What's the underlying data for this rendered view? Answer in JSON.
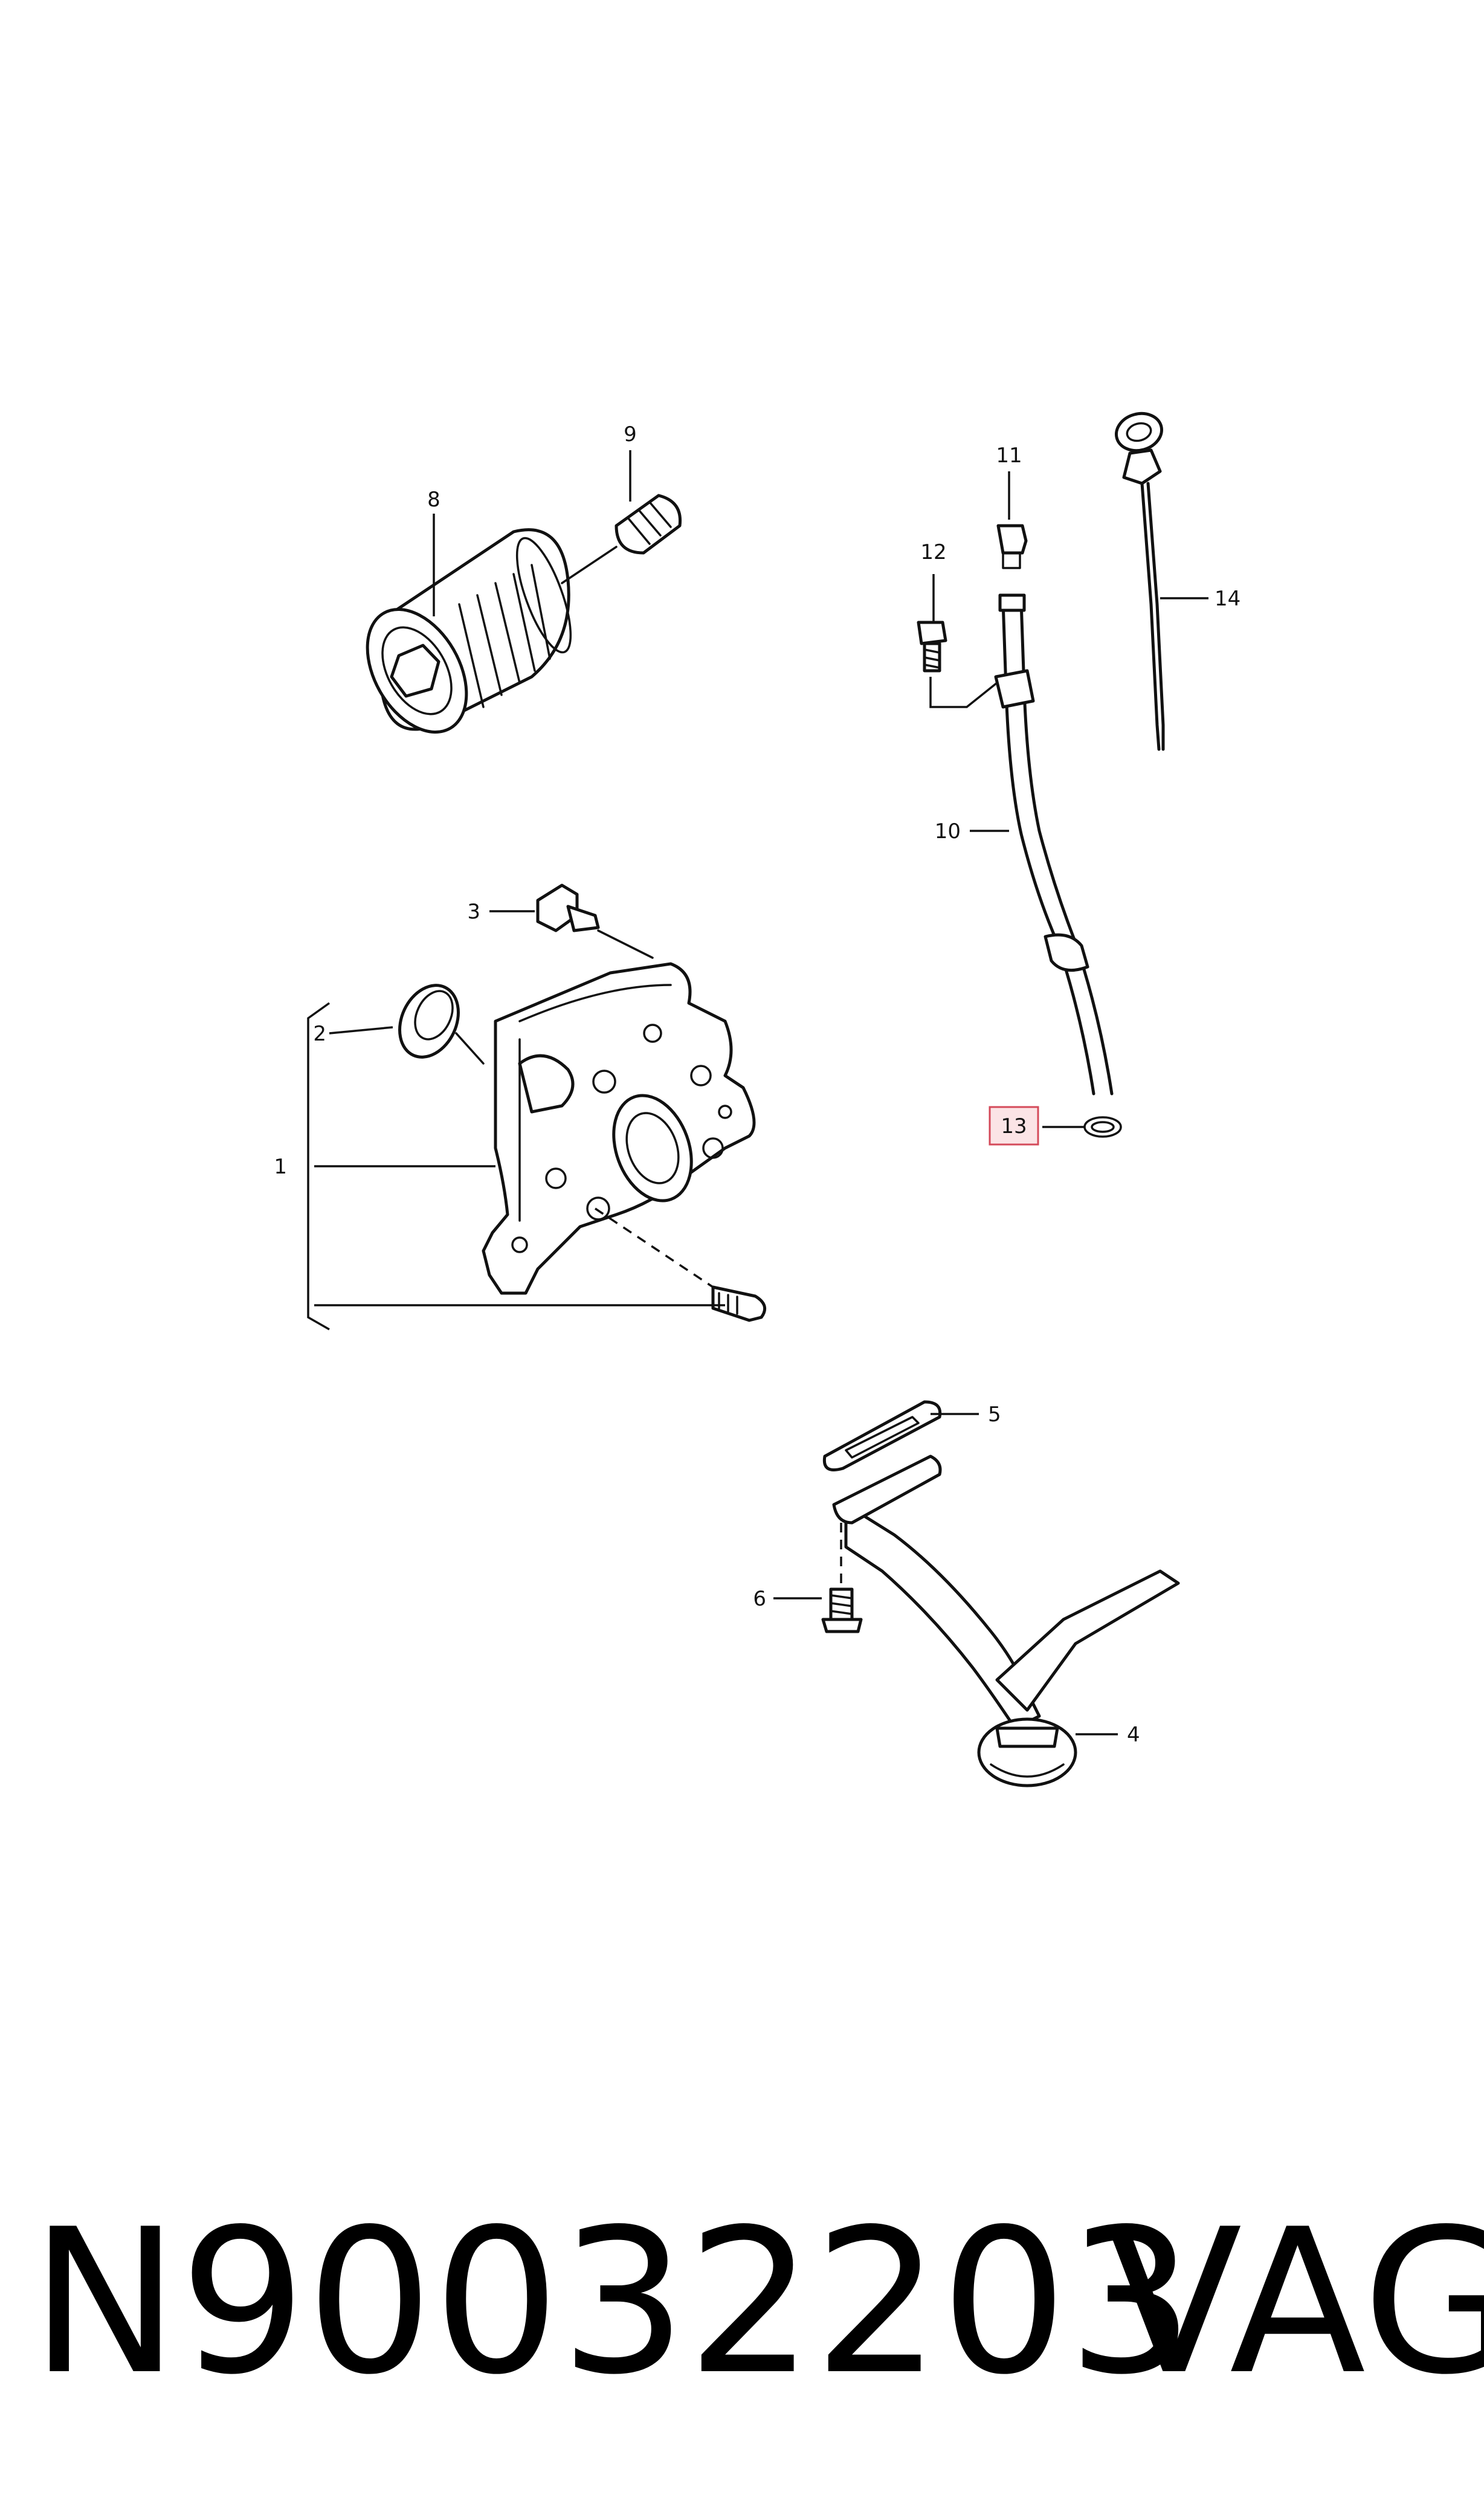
{
  "diagram": {
    "callouts": {
      "c1": "1",
      "c2": "2",
      "c3": "3",
      "c4": "4",
      "c5": "5",
      "c6": "6",
      "c8": "8",
      "c9": "9",
      "c10": "10",
      "c11": "11",
      "c12": "12",
      "c13": "13",
      "c14": "14"
    },
    "highlighted_callout": "13",
    "highlight_color": "#d44a5a"
  },
  "footer": {
    "part_number": "N90032203",
    "brand": "VAG"
  }
}
